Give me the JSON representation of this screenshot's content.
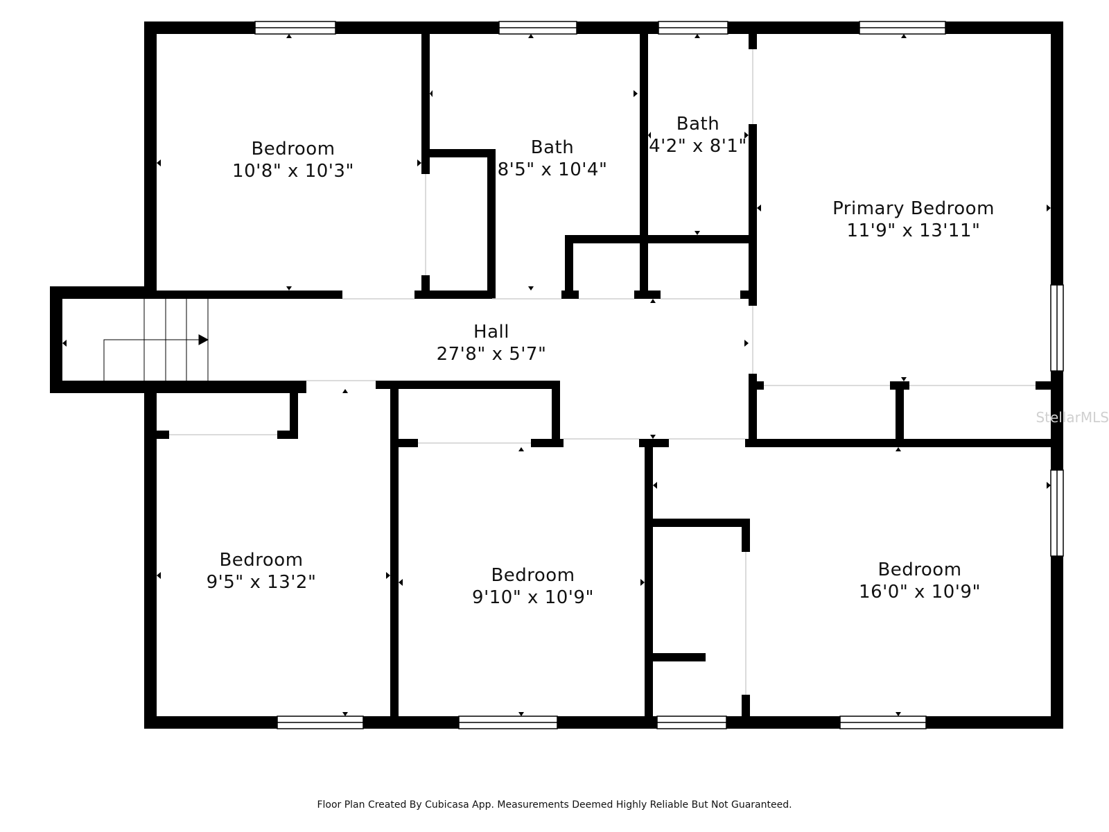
{
  "rooms": {
    "bedroom_nw": {
      "name": "Bedroom",
      "dims": "10'8\" x 10'3\""
    },
    "bath_1": {
      "name": "Bath",
      "dims": "8'5\" x 10'4\""
    },
    "bath_2": {
      "name": "Bath",
      "dims": "4'2\" x 8'1\""
    },
    "primary_bedroom": {
      "name": "Primary Bedroom",
      "dims": "11'9\" x 13'11\""
    },
    "hall": {
      "name": "Hall",
      "dims": "27'8\" x 5'7\""
    },
    "bedroom_sw": {
      "name": "Bedroom",
      "dims": "9'5\" x 13'2\""
    },
    "bedroom_s": {
      "name": "Bedroom",
      "dims": "9'10\" x 10'9\""
    },
    "bedroom_se": {
      "name": "Bedroom",
      "dims": "16'0\" x 10'9\""
    }
  },
  "footer": "Floor Plan Created By Cubicasa App. Measurements Deemed Highly Reliable But Not Guaranteed.",
  "watermark": "StellarMLS",
  "colors": {
    "wall": "#000000",
    "background": "#ffffff"
  }
}
